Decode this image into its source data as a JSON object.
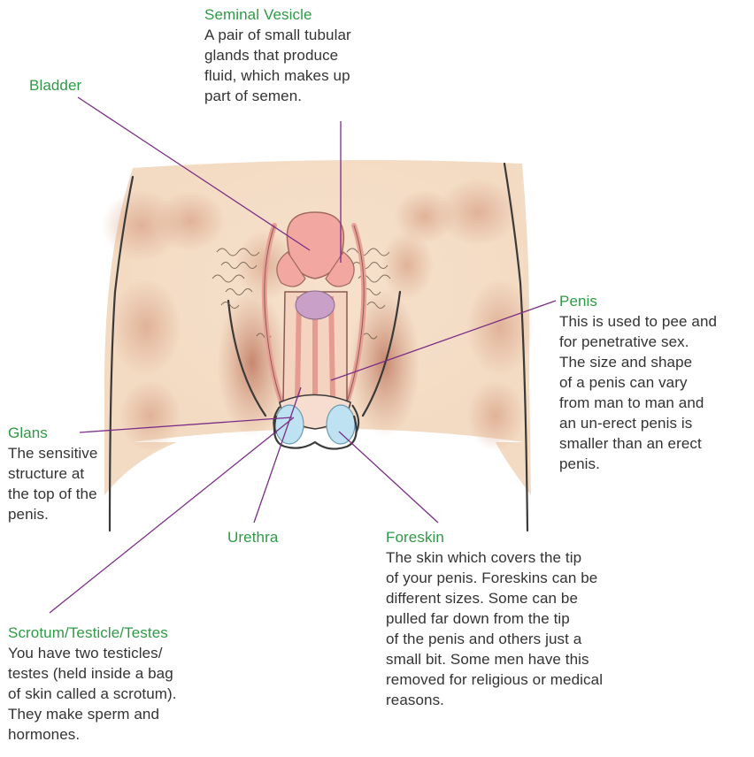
{
  "colors": {
    "heading": "#2e9a45",
    "body_text": "#333333",
    "leader_line": "#7a2d86",
    "skin": "#f1d6bb",
    "skin_shadow": "#d9a58a",
    "organ": "#f2a8a0",
    "testis": "#bfe2f2",
    "outline": "#3a3a3a"
  },
  "labels": {
    "seminal_vesicle": {
      "title": "Seminal Vesicle",
      "desc": [
        "A pair of small tubular",
        "glands that produce",
        "fluid, which makes up",
        "part of semen."
      ]
    },
    "bladder": {
      "title": "Bladder"
    },
    "penis": {
      "title": "Penis",
      "desc": [
        "This is used to pee and",
        "for penetrative sex.",
        "The size and shape",
        "of a penis can vary",
        "from man to man and",
        "an un-erect penis is",
        "smaller than an erect",
        "penis."
      ]
    },
    "glans": {
      "title": "Glans",
      "desc": [
        "The sensitive",
        "structure at",
        "the top of the",
        "penis."
      ]
    },
    "urethra": {
      "title": "Urethra"
    },
    "foreskin": {
      "title": "Foreskin",
      "desc": [
        "The skin which covers the tip",
        "of your penis. Foreskins can be",
        "different sizes. Some can be",
        "pulled far down from the tip",
        "of the penis and others just a",
        "small bit. Some men have this",
        "removed for religious or medical",
        "reasons."
      ]
    },
    "scrotum": {
      "title": "Scrotum/Testicle/Testes",
      "desc": [
        "You have two testicles/",
        "testes (held inside a bag",
        "of skin called a scrotum).",
        "They make sperm and",
        "hormones."
      ]
    }
  }
}
